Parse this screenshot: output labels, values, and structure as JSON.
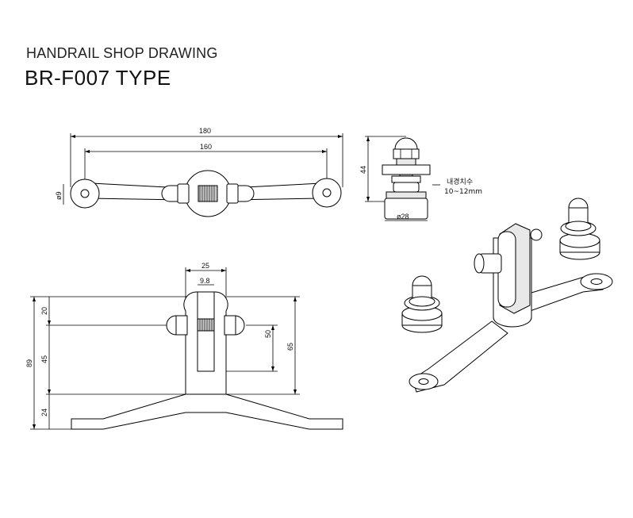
{
  "header": {
    "subtitle": "HANDRAIL SHOP DRAWING",
    "title": "BR-F007 TYPE"
  },
  "top_view": {
    "dim_overall": "180",
    "dim_centers": "160",
    "dim_hole": "ø9"
  },
  "side_view": {
    "dim_height": "44",
    "dim_diameter": "ø28",
    "note_korean": "내경치수",
    "note_range": "10~12mm"
  },
  "front_view": {
    "dim_width": "25",
    "dim_slot": "9.8",
    "dim_total": "89",
    "dim_top": "20",
    "dim_mid": "45",
    "dim_base": "24",
    "dim_50": "50",
    "dim_65": "65"
  }
}
